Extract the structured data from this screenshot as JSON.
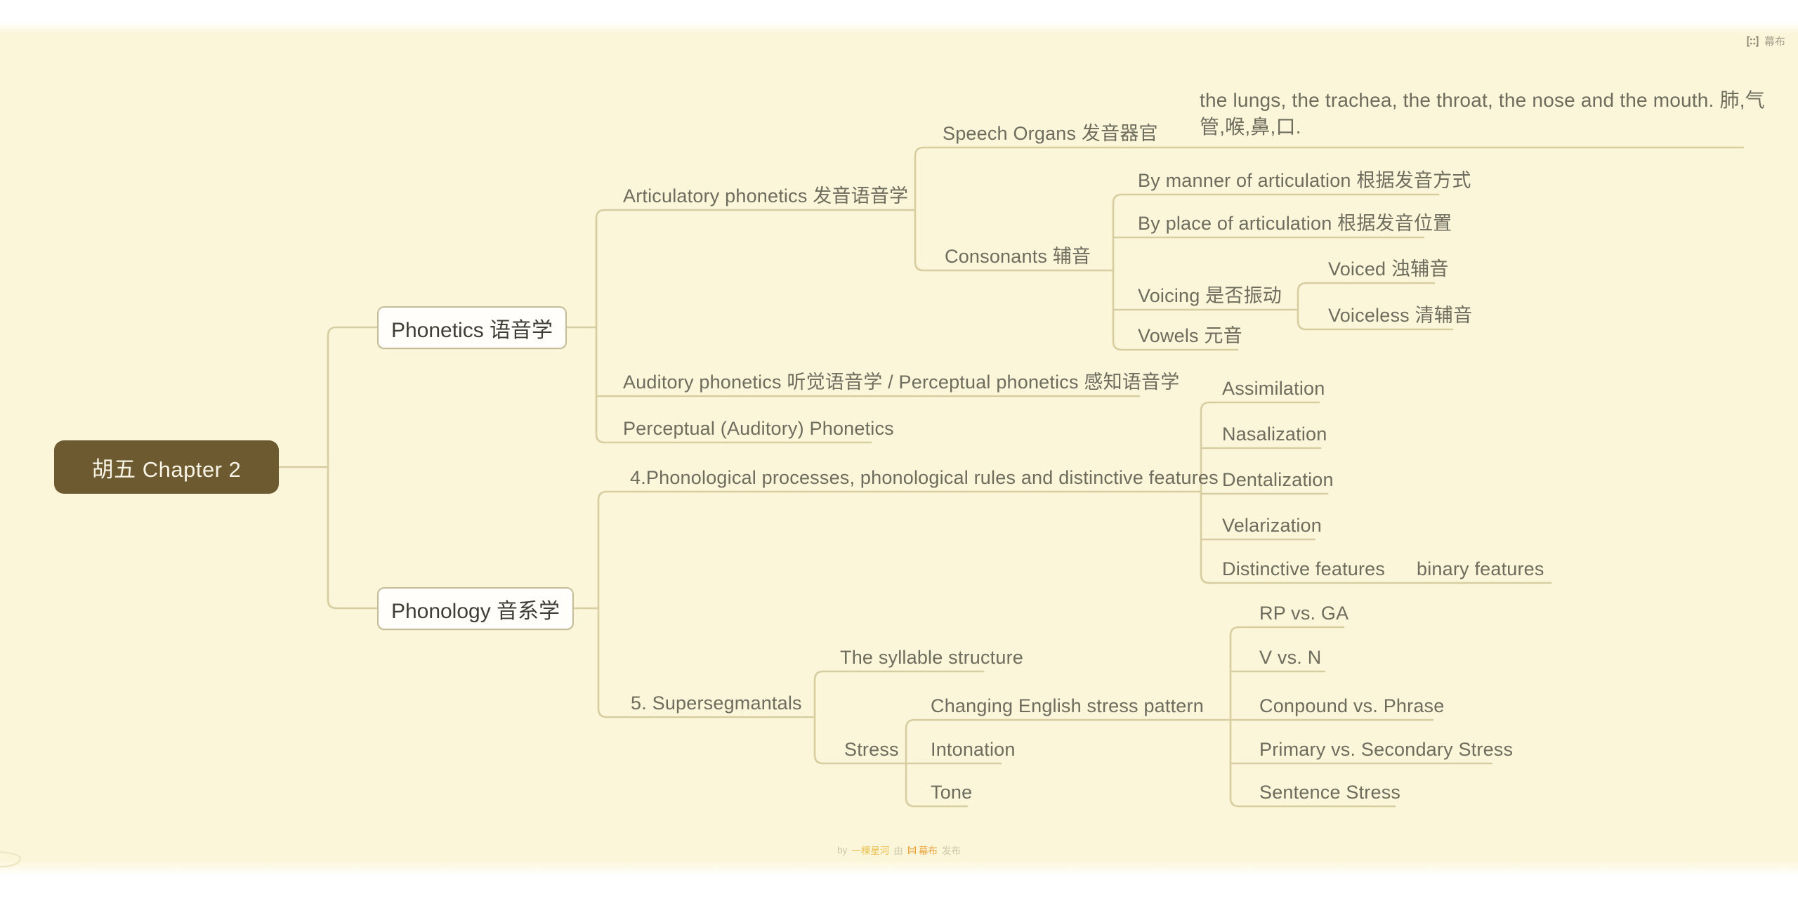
{
  "header": {
    "brand": "幕布"
  },
  "footer": {
    "prefix": "by",
    "author": "一棵星河",
    "via": "由",
    "brand": "幕布",
    "suffix": "发布"
  },
  "colors": {
    "canvas_bg": "#fbf6da",
    "connector": "#d8cda1",
    "leaf_text": "#6d6c5d",
    "root_bg": "#6e5a31",
    "root_text": "#f8f4e6",
    "box_border": "#c6bd98",
    "watermark_author": "#e9c04e",
    "watermark_brand": "#eaa23c"
  },
  "tree": {
    "text": "胡五 Chapter 2",
    "children": [
      {
        "text": "Phonetics 语音学",
        "children": [
          {
            "text": "Articulatory phonetics 发音语音学",
            "children": [
              {
                "text": "Speech Organs 发音器官",
                "children": [
                  {
                    "text": "the lungs, the trachea, the throat, the nose and the mouth.  肺,气管,喉,鼻,口."
                  }
                ]
              },
              {
                "text": "Consonants 辅音",
                "children": [
                  {
                    "text": "By manner of articulation 根据发音方式"
                  },
                  {
                    "text": "By place of articulation 根据发音位置"
                  },
                  {
                    "text": "Voicing 是否振动",
                    "children": [
                      {
                        "text": "Voiced 浊辅音"
                      },
                      {
                        "text": "Voiceless 清辅音"
                      }
                    ]
                  },
                  {
                    "text": "Vowels 元音"
                  }
                ]
              }
            ]
          },
          {
            "text": "Auditory phonetics 听觉语音学 / Perceptual phonetics 感知语音学"
          },
          {
            "text": "Perceptual (Auditory) Phonetics"
          }
        ]
      },
      {
        "text": "Phonology 音系学",
        "children": [
          {
            "text": "4.Phonological processes, phonological rules and distinctive features",
            "children": [
              {
                "text": "Assimilation"
              },
              {
                "text": "Nasalization"
              },
              {
                "text": "Dentalization"
              },
              {
                "text": "Velarization"
              },
              {
                "text": "Distinctive features",
                "children": [
                  {
                    "text": "binary features"
                  }
                ]
              }
            ]
          },
          {
            "text": "5. Supersegmantals",
            "children": [
              {
                "text": "The syllable structure"
              },
              {
                "text": "Stress",
                "children": [
                  {
                    "text": "Changing English stress pattern",
                    "children": [
                      {
                        "text": "RP vs. GA"
                      },
                      {
                        "text": "V  vs. N"
                      },
                      {
                        "text": "Conpound vs. Phrase"
                      },
                      {
                        "text": "Primary vs. Secondary Stress"
                      },
                      {
                        "text": "Sentence Stress"
                      }
                    ]
                  },
                  {
                    "text": "Intonation"
                  },
                  {
                    "text": "Tone"
                  }
                ]
              }
            ]
          }
        ]
      }
    ]
  }
}
